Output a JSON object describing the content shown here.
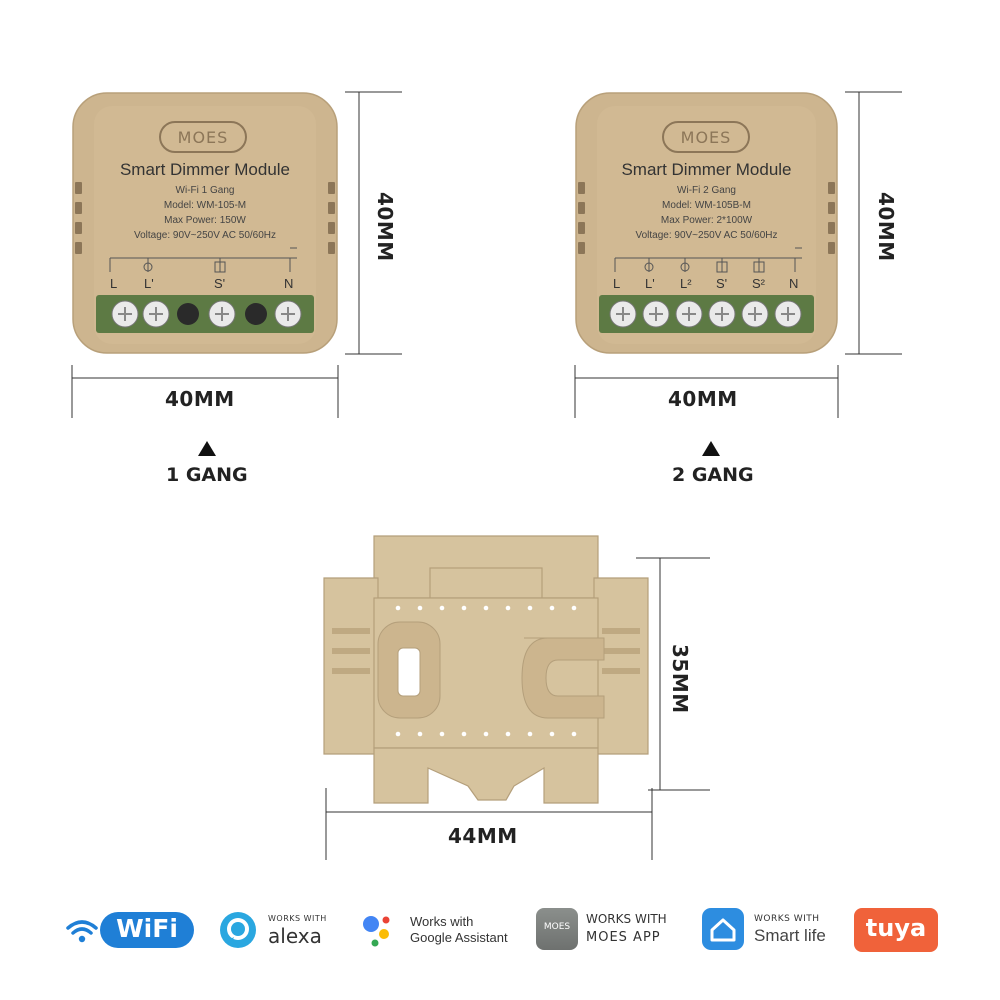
{
  "module1": {
    "brand": "MOES",
    "title": "Smart Dimmer Module",
    "spec1": "Wi-Fi 1 Gang",
    "spec2": "Model: WM-105-M",
    "spec3": "Max Power: 150W",
    "spec4": "Voltage: 90V~250V AC 50/60Hz",
    "terminals": [
      "L",
      "L'",
      "S'",
      "N"
    ],
    "width_label": "40MM",
    "height_label": "40MM",
    "gang_label": "1 GANG"
  },
  "module2": {
    "brand": "MOES",
    "title": "Smart Dimmer Module",
    "spec1": "Wi-Fi 2 Gang",
    "spec2": "Model: WM-105B-M",
    "spec3": "Max Power: 2*100W",
    "spec4": "Voltage: 90V~250V AC 50/60Hz",
    "terminals": [
      "L",
      "L'",
      "L²",
      "S'",
      "S²",
      "N"
    ],
    "width_label": "40MM",
    "height_label": "40MM",
    "gang_label": "2 GANG"
  },
  "bracket": {
    "width_label": "44MM",
    "height_label": "35MM"
  },
  "footer": {
    "wifi": "WiFi",
    "alexa_top": "WORKS WITH",
    "alexa_name": "alexa",
    "google_top": "Works with",
    "google_name": "Google Assistant",
    "moes_top": "WORKS WITH",
    "moes_name": "MOES APP",
    "moes_logo": "MOES",
    "smart_top": "WORKS WITH",
    "smart_name": "Smart life",
    "tuya": "tuya"
  },
  "colors": {
    "module_body": "#cdb58f",
    "terminal_strip": "#5d7a44",
    "wifi_blue": "#1f7fd6",
    "tuya_orange": "#f0623a"
  }
}
